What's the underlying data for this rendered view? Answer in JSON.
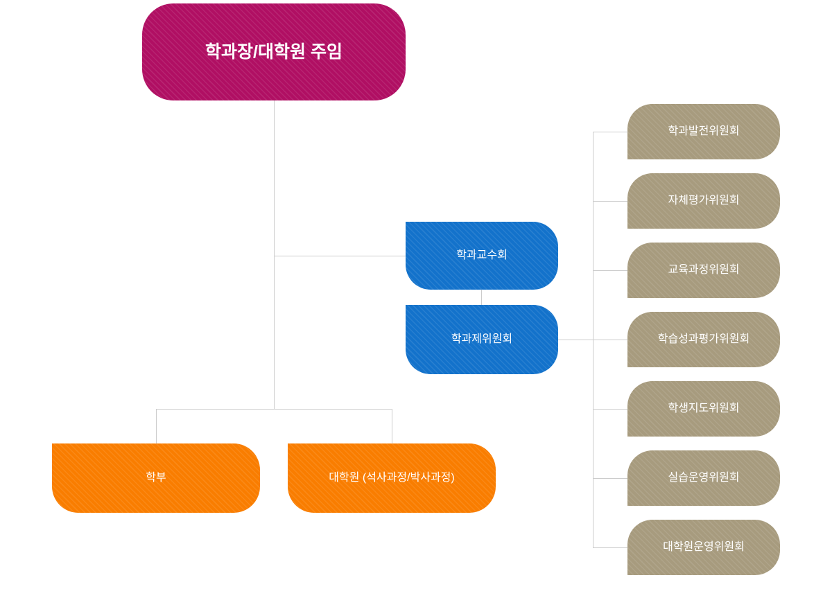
{
  "chart": {
    "type": "org-chart",
    "root": {
      "label": "학과장/대학원 주임"
    },
    "councils": [
      {
        "label": "학과교수회"
      },
      {
        "label": "학과제위원회"
      }
    ],
    "programs": [
      {
        "label": "학부"
      },
      {
        "label": "대학원 (석사과정/박사과정)"
      }
    ],
    "committees": [
      {
        "label": "학과발전위원회"
      },
      {
        "label": "자체평가위원회"
      },
      {
        "label": "교육과정위원회"
      },
      {
        "label": "학습성과평가위원회"
      },
      {
        "label": "학생지도위원회"
      },
      {
        "label": "실습운영위원회"
      },
      {
        "label": "대학원운영위원회"
      }
    ],
    "colors": {
      "root_box": "#b00f63",
      "council_box": "#1372cb",
      "program_box": "#f97d00",
      "committee_box": "#a79b7e",
      "connector": "#cccccc",
      "box_text": "#ffffff",
      "background": "#ffffff"
    }
  }
}
